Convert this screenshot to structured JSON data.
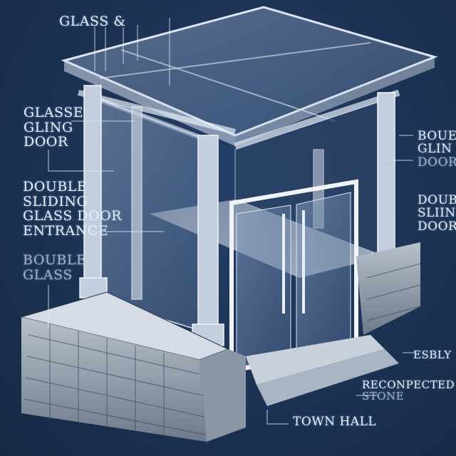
{
  "diagram": {
    "title": "Glass sliding door entrance on stone plinth (blueprint illustration)",
    "colors": {
      "background": "#1d3456",
      "line": "#dce6f2",
      "glass": "#6d86a8",
      "stone": "#9aa4b0"
    },
    "labels": {
      "top_left": "GLASS &",
      "left_1": [
        "GLASSE",
        "GLING",
        "DOOR"
      ],
      "left_2": [
        "DOUBLE",
        "SLIDING",
        "GLASS DOOR",
        "ENTRANCE"
      ],
      "left_3": [
        "BOUBLE",
        "GLASS"
      ],
      "right_1": [
        "BOUE",
        "GLIN",
        "DOOR"
      ],
      "right_2": [
        "DOUB",
        "SLIIN",
        "DOOR"
      ],
      "right_3": "ESBLY",
      "right_4": [
        "RECONPECTED",
        "STONE"
      ],
      "bottom": "TOWN HALL"
    }
  }
}
